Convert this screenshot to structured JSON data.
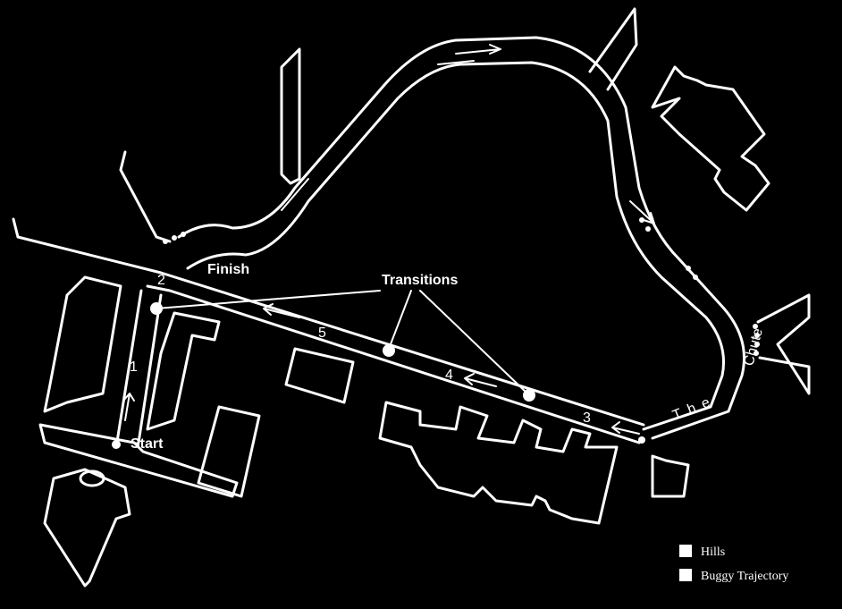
{
  "labels": {
    "finish": "Finish",
    "start": "Start",
    "transitions": "Transitions",
    "chute": "Chute",
    "the": "The",
    "segments": [
      "1",
      "2",
      "3",
      "4",
      "5"
    ]
  },
  "legend": {
    "hills": "Hills",
    "trajectory": "Buggy Trajectory"
  },
  "colors": {
    "background": "#000000",
    "foreground": "#ffffff"
  }
}
